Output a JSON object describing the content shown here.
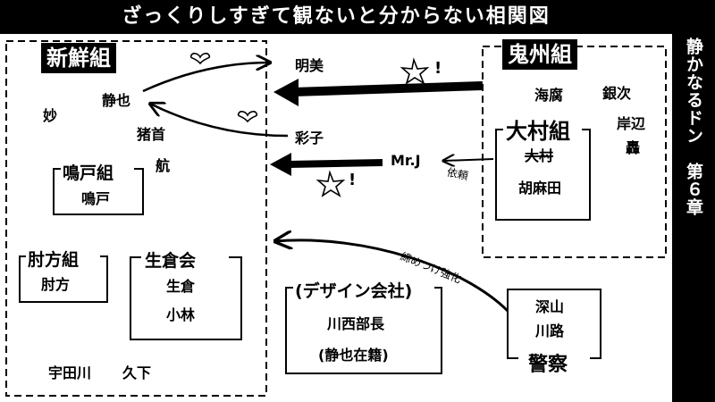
{
  "title": "ざっくりしすぎて観ないと分からない相関図",
  "side_caption": "静かなるドン　第６章",
  "groups": {
    "shinsen": {
      "name": "新鮮組",
      "members": [
        "妙",
        "静也",
        "猪首",
        "航",
        "宇田川",
        "久下"
      ]
    },
    "naruto": {
      "name": "鳴戸組",
      "members": [
        "鳴戸"
      ]
    },
    "hijikata": {
      "name": "肘方組",
      "members": [
        "肘方"
      ]
    },
    "ikura": {
      "name": "生倉会",
      "members": [
        "生倉",
        "小林"
      ]
    },
    "kishu": {
      "name": "鬼州組",
      "members": [
        "海腐",
        "銀次",
        "岸辺",
        "轟"
      ]
    },
    "omura": {
      "name": "大村組",
      "members": [
        "大村",
        "胡麻田"
      ]
    },
    "design": {
      "name": "(デザイン会社)",
      "members": [
        "川西部長",
        "(静也在籍)"
      ]
    },
    "police": {
      "name": "警察",
      "members": [
        "深山",
        "川路"
      ]
    }
  },
  "people": {
    "akemi": "明美",
    "ayako": "彩子",
    "mrj": "Mr.J"
  },
  "arrow_labels": {
    "irai": "依頼",
    "shimetsuke": "締めつけ強化",
    "fight1": "☆!",
    "fight2": "☆!"
  },
  "icons": [
    "heart-icon",
    "impact-star-icon"
  ]
}
